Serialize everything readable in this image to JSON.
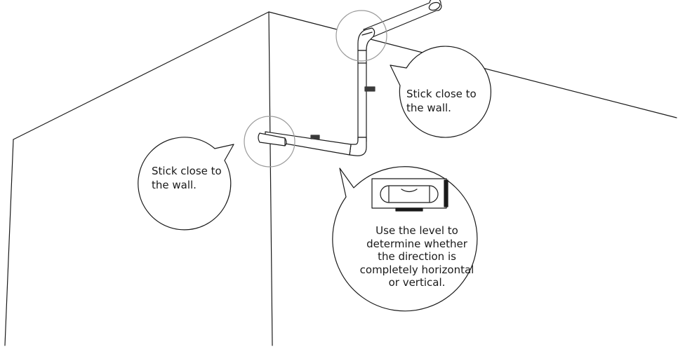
{
  "callouts": {
    "left": {
      "text": "Stick close to\nthe wall."
    },
    "right": {
      "text": "Stick close to\nthe wall."
    },
    "level": {
      "text": "Use the level to\ndetermine whether\nthe direction is\ncompletely horizontal\nor vertical."
    }
  },
  "colors": {
    "line": "#1a1a1a",
    "detail_circle": "#9a9a9a",
    "clip": "#3a3a3a",
    "background": "#ffffff"
  },
  "icons": {
    "level": "spirit-level-icon",
    "clip": "wall-clip-icon"
  }
}
